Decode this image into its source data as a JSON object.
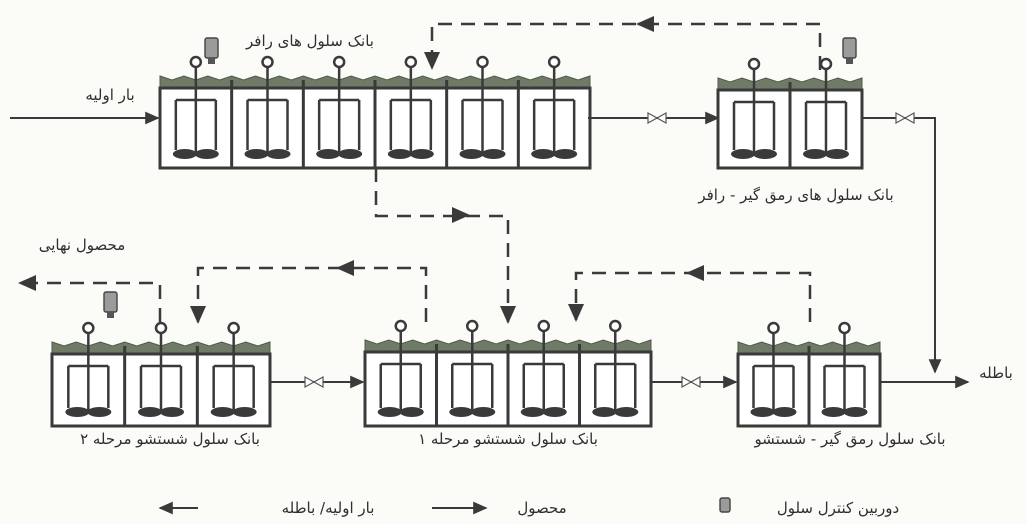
{
  "labels": {
    "feed_in": "بار اولیه",
    "rougher_bank": "بانک سلول های رافر",
    "scavenger_rougher": "بانک سلول های رمق گیر - رافر",
    "final_product": "محصول نهایی",
    "cleaner_stage2": "بانک سلول شستشو مرحله ۲",
    "cleaner_stage1": "بانک سلول شستشو مرحله ۱",
    "scavenger_cleaner": "بانک سلول رمق گیر - شستشو",
    "tailings": "باطله"
  },
  "legend": {
    "feed_tailings": "بار اولیه/ باطله",
    "product": "محصول",
    "camera": "دوربین کنترل سلول"
  },
  "icons": [
    "valve-icon",
    "camera-icon",
    "impeller-icon",
    "arrow-icon"
  ],
  "colors": {
    "froth": "#6f7a67",
    "line": "#3a3a3a",
    "background": "#fbfbf8"
  }
}
